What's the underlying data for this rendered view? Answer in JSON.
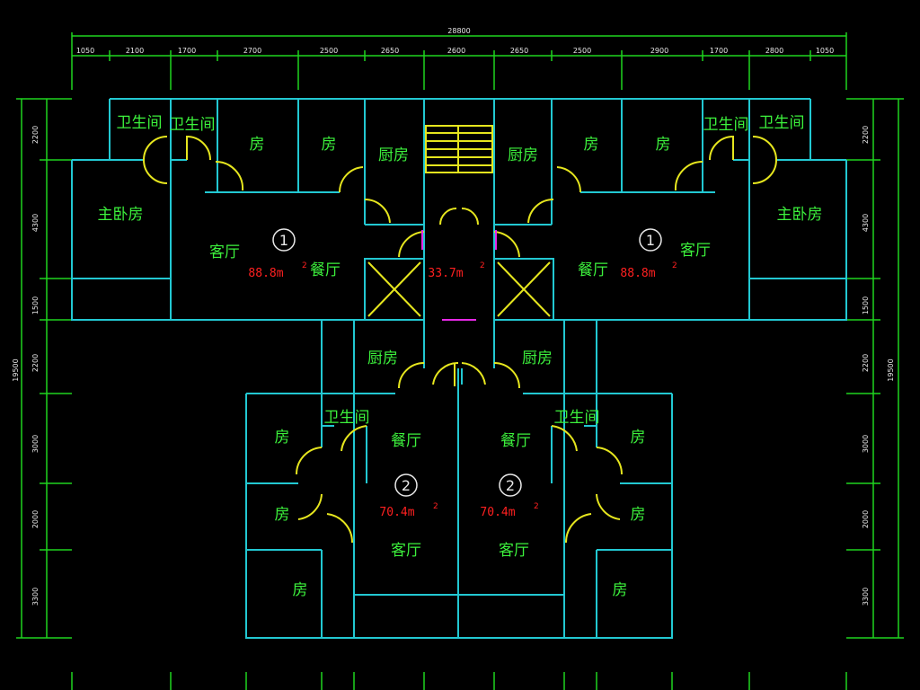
{
  "plan": {
    "top_dims": {
      "total": "28800",
      "segments": [
        "1050",
        "2100",
        "1700",
        "2700",
        "2500",
        "2650",
        "2600",
        "2650",
        "2500",
        "2900",
        "1700",
        "2800",
        "1050"
      ]
    },
    "left_dims": {
      "total": "19500",
      "segments": [
        "2200",
        "4300",
        "1500",
        "2200",
        "3000",
        "2000",
        "3300"
      ]
    },
    "right_dims": {
      "total": "19500",
      "segments": [
        "2200",
        "4300",
        "1500",
        "2200",
        "3000",
        "2000",
        "3300"
      ]
    },
    "rooms": {
      "bath_1": "卫生间",
      "bath_2": "卫生间",
      "bath_3": "卫生间",
      "bath_4": "卫生间",
      "bath_5": "卫生间",
      "bath_6": "卫生间",
      "bedroom_1": "房",
      "bedroom_2": "房",
      "bedroom_3": "房",
      "bedroom_4": "房",
      "bedroom_5": "房",
      "bedroom_6": "房",
      "bedroom_7": "房",
      "bedroom_8": "房",
      "bedroom_9": "房",
      "bedroom_10": "房",
      "kitchen_1": "厨房",
      "kitchen_2": "厨房",
      "kitchen_3": "厨房",
      "kitchen_4": "厨房",
      "master_left": "主卧房",
      "master_right": "主卧房",
      "living_1": "客厅",
      "living_2": "客厅",
      "living_3": "客厅",
      "living_4": "客厅",
      "dining_1": "餐厅",
      "dining_2": "餐厅",
      "dining_3": "餐厅",
      "dining_4": "餐厅"
    },
    "areas": {
      "unit1_left": "88.8m",
      "core": "33.7m",
      "unit1_right": "88.8m",
      "unit2_left": "70.4m",
      "unit2_right": "70.4m",
      "superscript": "2"
    },
    "unit_numbers": {
      "unit1_left": "1",
      "unit1_right": "1",
      "unit2_left": "2",
      "unit2_right": "2"
    }
  }
}
